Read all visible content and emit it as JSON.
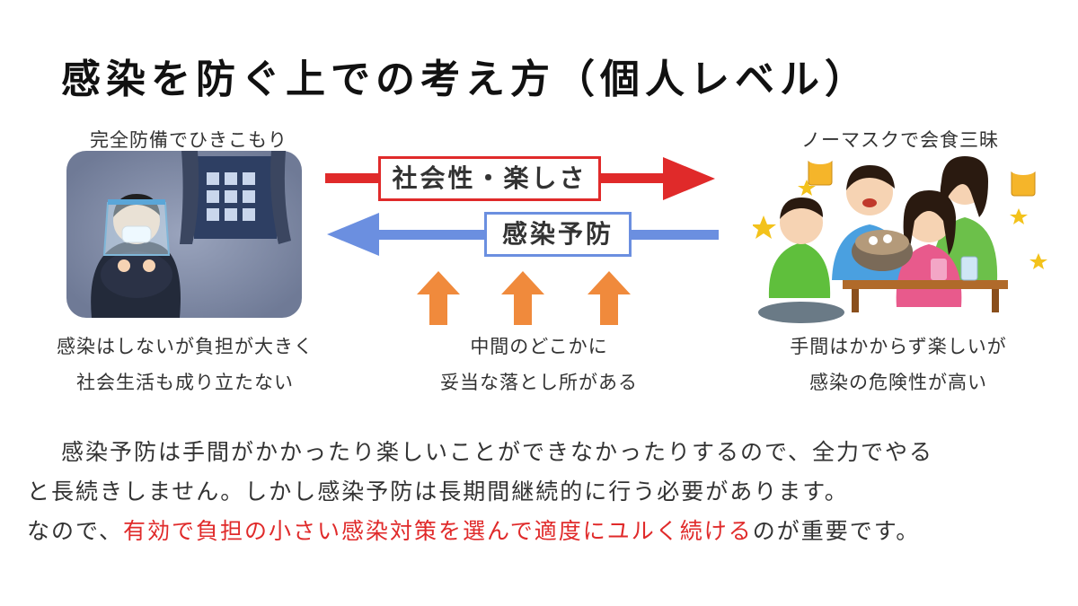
{
  "title": "感染を防ぐ上での考え方（個人レベル）",
  "left": {
    "caption": "完全防備でひきこもり",
    "desc_line1": "感染はしないが負担が大きく",
    "desc_line2": "社会生活も成り立たない"
  },
  "middle": {
    "top_arrow_label": "社会性・楽しさ",
    "bottom_arrow_label": "感染予防",
    "desc_line1": "中間のどこかに",
    "desc_line2": "妥当な落とし所がある"
  },
  "right": {
    "caption": "ノーマスクで会食三昧",
    "desc_line1": "手間はかからず楽しいが",
    "desc_line2": "感染の危険性が高い"
  },
  "paragraph": {
    "line1": "感染予防は手間がかかったり楽しいことができなかったりするので、全力でやる",
    "line2": "と長続きしません。しかし感染予防は長期間継続的に行う必要があります。",
    "line3_prefix": "なので、",
    "line3_highlight": "有効で負担の小さい感染対策を選んで適度にユルく続ける",
    "line3_suffix": "のが重要です。"
  },
  "colors": {
    "red_arrow": "#e02a2a",
    "blue_arrow": "#6b8fe0",
    "orange_arrow": "#f08a3c",
    "highlight_text": "#e02a2a"
  },
  "icons": {
    "left_illustration": "person-with-face-shield-sitting-icon",
    "right_illustration": "friends-party-dining-icon"
  }
}
